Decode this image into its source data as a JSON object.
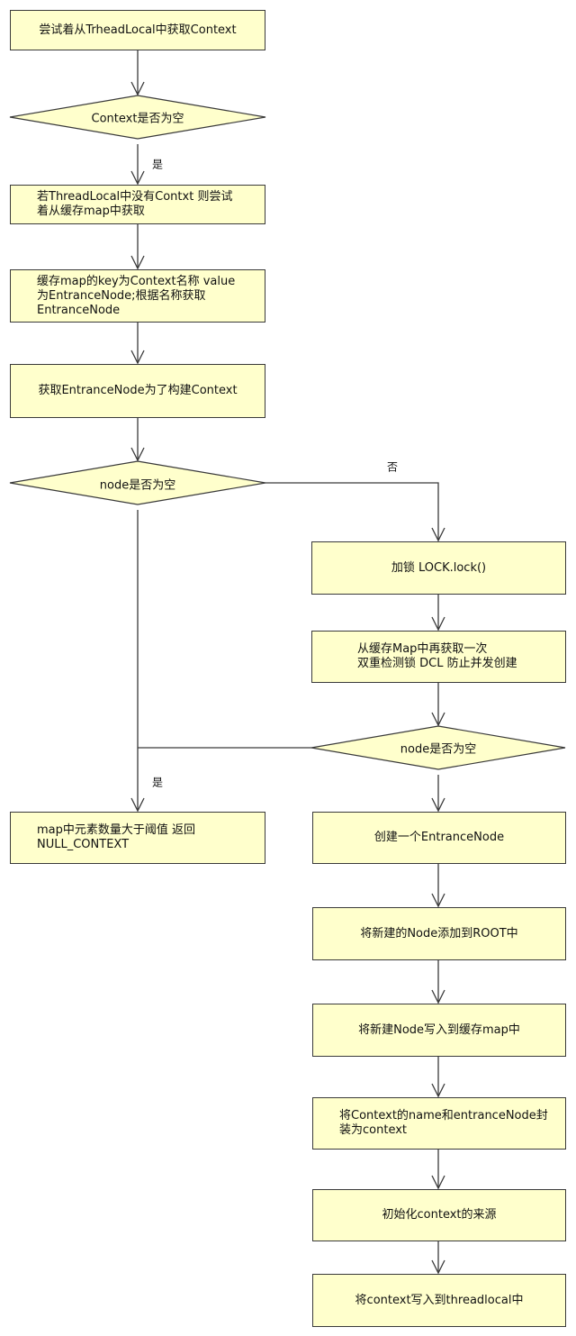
{
  "diagram": {
    "colors": {
      "node_fill": "#ffffcc",
      "node_stroke": "#3a3a3a",
      "edge": "#3a3a3a",
      "background": "#ffffff"
    },
    "nodes": [
      {
        "id": "n1",
        "type": "process",
        "text": "尝试着从TrheadLocal中获取Context"
      },
      {
        "id": "d1",
        "type": "decision",
        "text": "Context是否为空"
      },
      {
        "id": "n2",
        "type": "process",
        "text": "若ThreadLocal中没有Contxt 则尝试\n着从缓存map中获取"
      },
      {
        "id": "n3",
        "type": "process",
        "text": "缓存map的key为Context名称 value\n为EntranceNode;根据名称获取\nEntranceNode"
      },
      {
        "id": "n4",
        "type": "process",
        "text": "获取EntranceNode为了构建Context"
      },
      {
        "id": "d2",
        "type": "decision",
        "text": "node是否为空"
      },
      {
        "id": "n5",
        "type": "process",
        "text": "加锁 LOCK.lock()"
      },
      {
        "id": "n6",
        "type": "process",
        "text": "从缓存Map中再获取一次\n双重检测锁 DCL 防止并发创建"
      },
      {
        "id": "d3",
        "type": "decision",
        "text": "node是否为空"
      },
      {
        "id": "n7",
        "type": "process",
        "text": "map中元素数量大于阈值 返回\nNULL_CONTEXT"
      },
      {
        "id": "n8",
        "type": "process",
        "text": "创建一个EntranceNode"
      },
      {
        "id": "n9",
        "type": "process",
        "text": "将新建的Node添加到ROOT中"
      },
      {
        "id": "n10",
        "type": "process",
        "text": "将新建Node写入到缓存map中"
      },
      {
        "id": "n11",
        "type": "process",
        "text": "将Context的name和entranceNode封\n装为context"
      },
      {
        "id": "n12",
        "type": "process",
        "text": "初始化context的来源"
      },
      {
        "id": "n13",
        "type": "process",
        "text": "将context写入到threadlocal中"
      }
    ],
    "edges": [
      {
        "from": "n1",
        "to": "d1",
        "label": ""
      },
      {
        "from": "d1",
        "to": "n2",
        "label": "是"
      },
      {
        "from": "n2",
        "to": "n3",
        "label": ""
      },
      {
        "from": "n3",
        "to": "n4",
        "label": ""
      },
      {
        "from": "n4",
        "to": "d2",
        "label": ""
      },
      {
        "from": "d2",
        "to": "n5",
        "label": "否"
      },
      {
        "from": "d2",
        "to": "n7",
        "label": "是"
      },
      {
        "from": "n5",
        "to": "n6",
        "label": ""
      },
      {
        "from": "n6",
        "to": "d3",
        "label": ""
      },
      {
        "from": "d3",
        "to": "n7",
        "label": ""
      },
      {
        "from": "d3",
        "to": "n8",
        "label": ""
      },
      {
        "from": "n8",
        "to": "n9",
        "label": ""
      },
      {
        "from": "n9",
        "to": "n10",
        "label": ""
      },
      {
        "from": "n10",
        "to": "n11",
        "label": ""
      },
      {
        "from": "n11",
        "to": "n12",
        "label": ""
      },
      {
        "from": "n12",
        "to": "n13",
        "label": ""
      }
    ]
  }
}
